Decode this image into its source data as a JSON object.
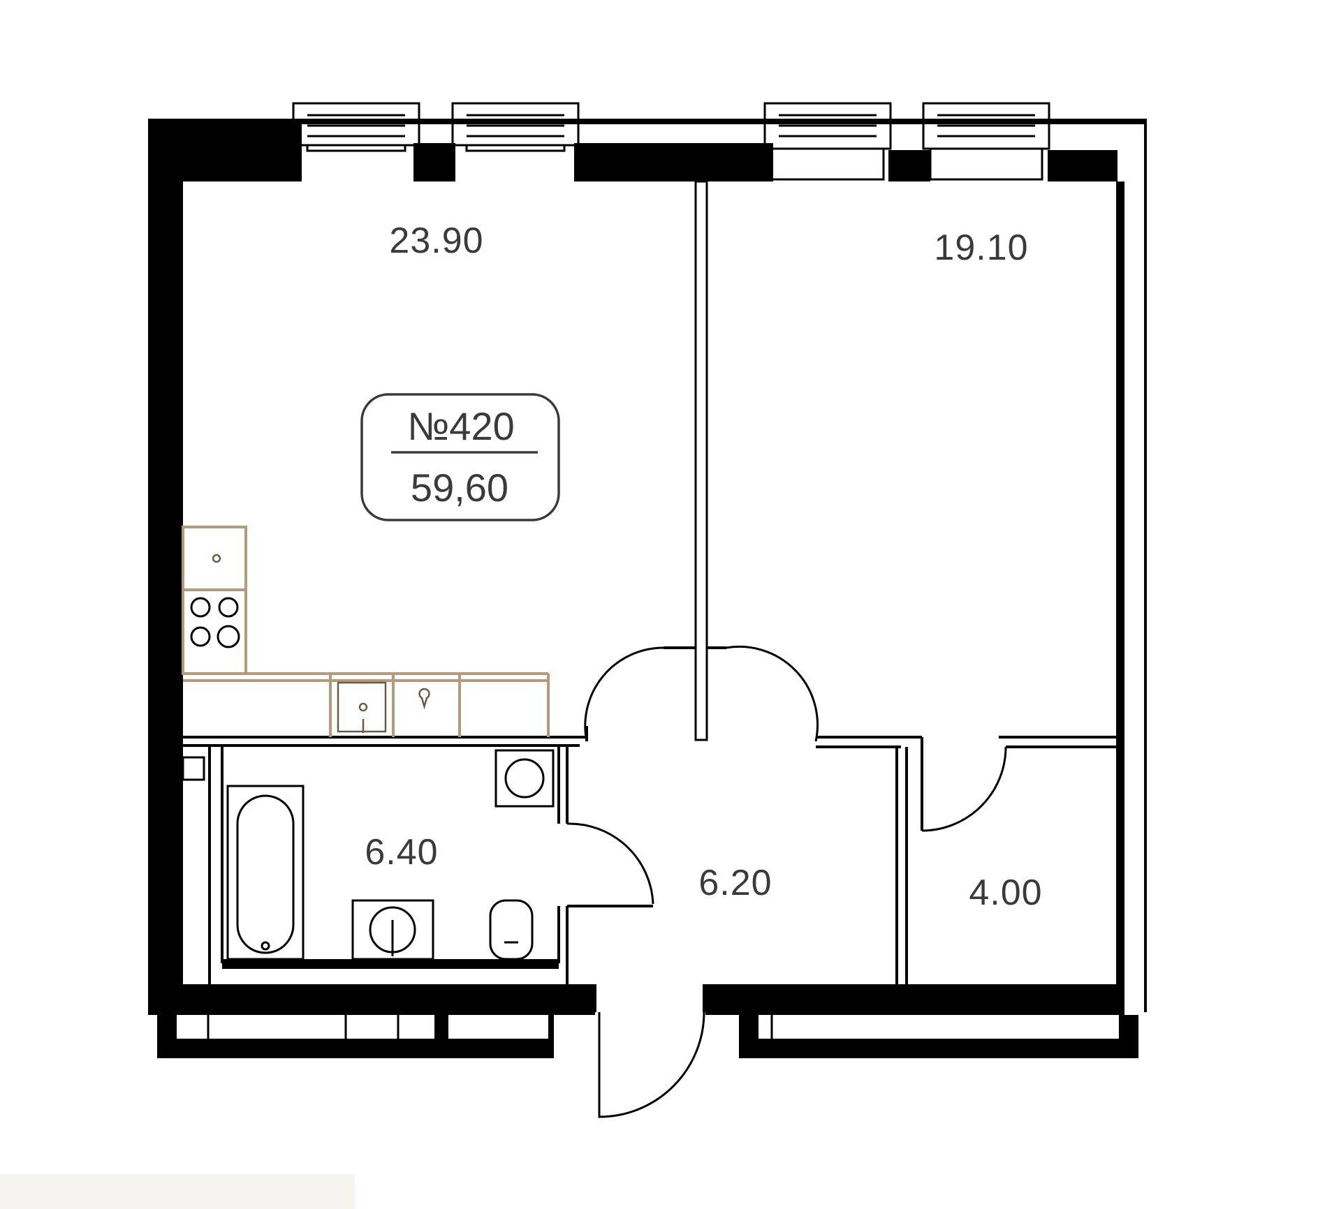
{
  "apartment": {
    "number": "№420",
    "total_area": "59,60"
  },
  "rooms": [
    {
      "id": "living-kitchen",
      "area": "23.90"
    },
    {
      "id": "bedroom",
      "area": "19.10"
    },
    {
      "id": "bathroom",
      "area": "6.40"
    },
    {
      "id": "hallway",
      "area": "6.20"
    },
    {
      "id": "storage",
      "area": "4.00"
    }
  ],
  "colors": {
    "walls": "#000000",
    "labels": "#3a3a3a",
    "kitchen_outline": "#b59a7a",
    "background": "#ffffff"
  }
}
